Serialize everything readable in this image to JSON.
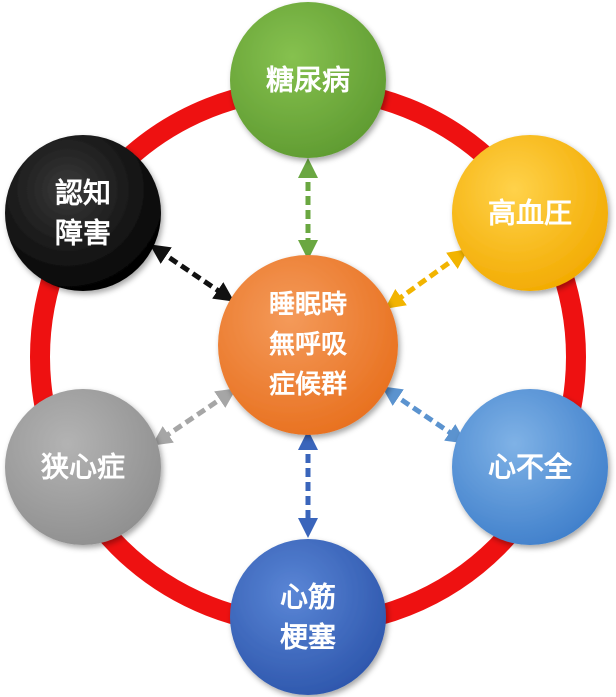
{
  "center": {
    "lines": [
      "睡眠時",
      "無呼吸",
      "症候群"
    ],
    "color_light": "#f49a5a",
    "color_dark": "#e8701e"
  },
  "ring_color": "#ee1111",
  "nodes": [
    {
      "id": "diabetes",
      "lines": [
        "糖尿病"
      ],
      "color_light": "#86c14f",
      "color_dark": "#5f9b31",
      "arrow_color": "#6aa741"
    },
    {
      "id": "hypertension",
      "lines": [
        "高血圧"
      ],
      "color_light": "#ffd24a",
      "color_dark": "#f2aa00",
      "arrow_color": "#f2b400"
    },
    {
      "id": "heart-failure",
      "lines": [
        "心不全"
      ],
      "color_light": "#7fb2e6",
      "color_dark": "#3f7fcb",
      "arrow_color": "#5b93cf"
    },
    {
      "id": "infarction",
      "lines": [
        "心筋",
        "梗塞"
      ],
      "color_light": "#5a86d6",
      "color_dark": "#2d56ac",
      "arrow_color": "#3a65bb"
    },
    {
      "id": "angina",
      "lines": [
        "狭心症"
      ],
      "color_light": "#b3b3b3",
      "color_dark": "#8f8f8f",
      "arrow_color": "#a6a6a6"
    },
    {
      "id": "dementia",
      "lines": [
        "認知",
        "障害"
      ],
      "color_light": "#3a3a3a",
      "color_dark": "#000000",
      "arrow_color": "#111111"
    }
  ]
}
